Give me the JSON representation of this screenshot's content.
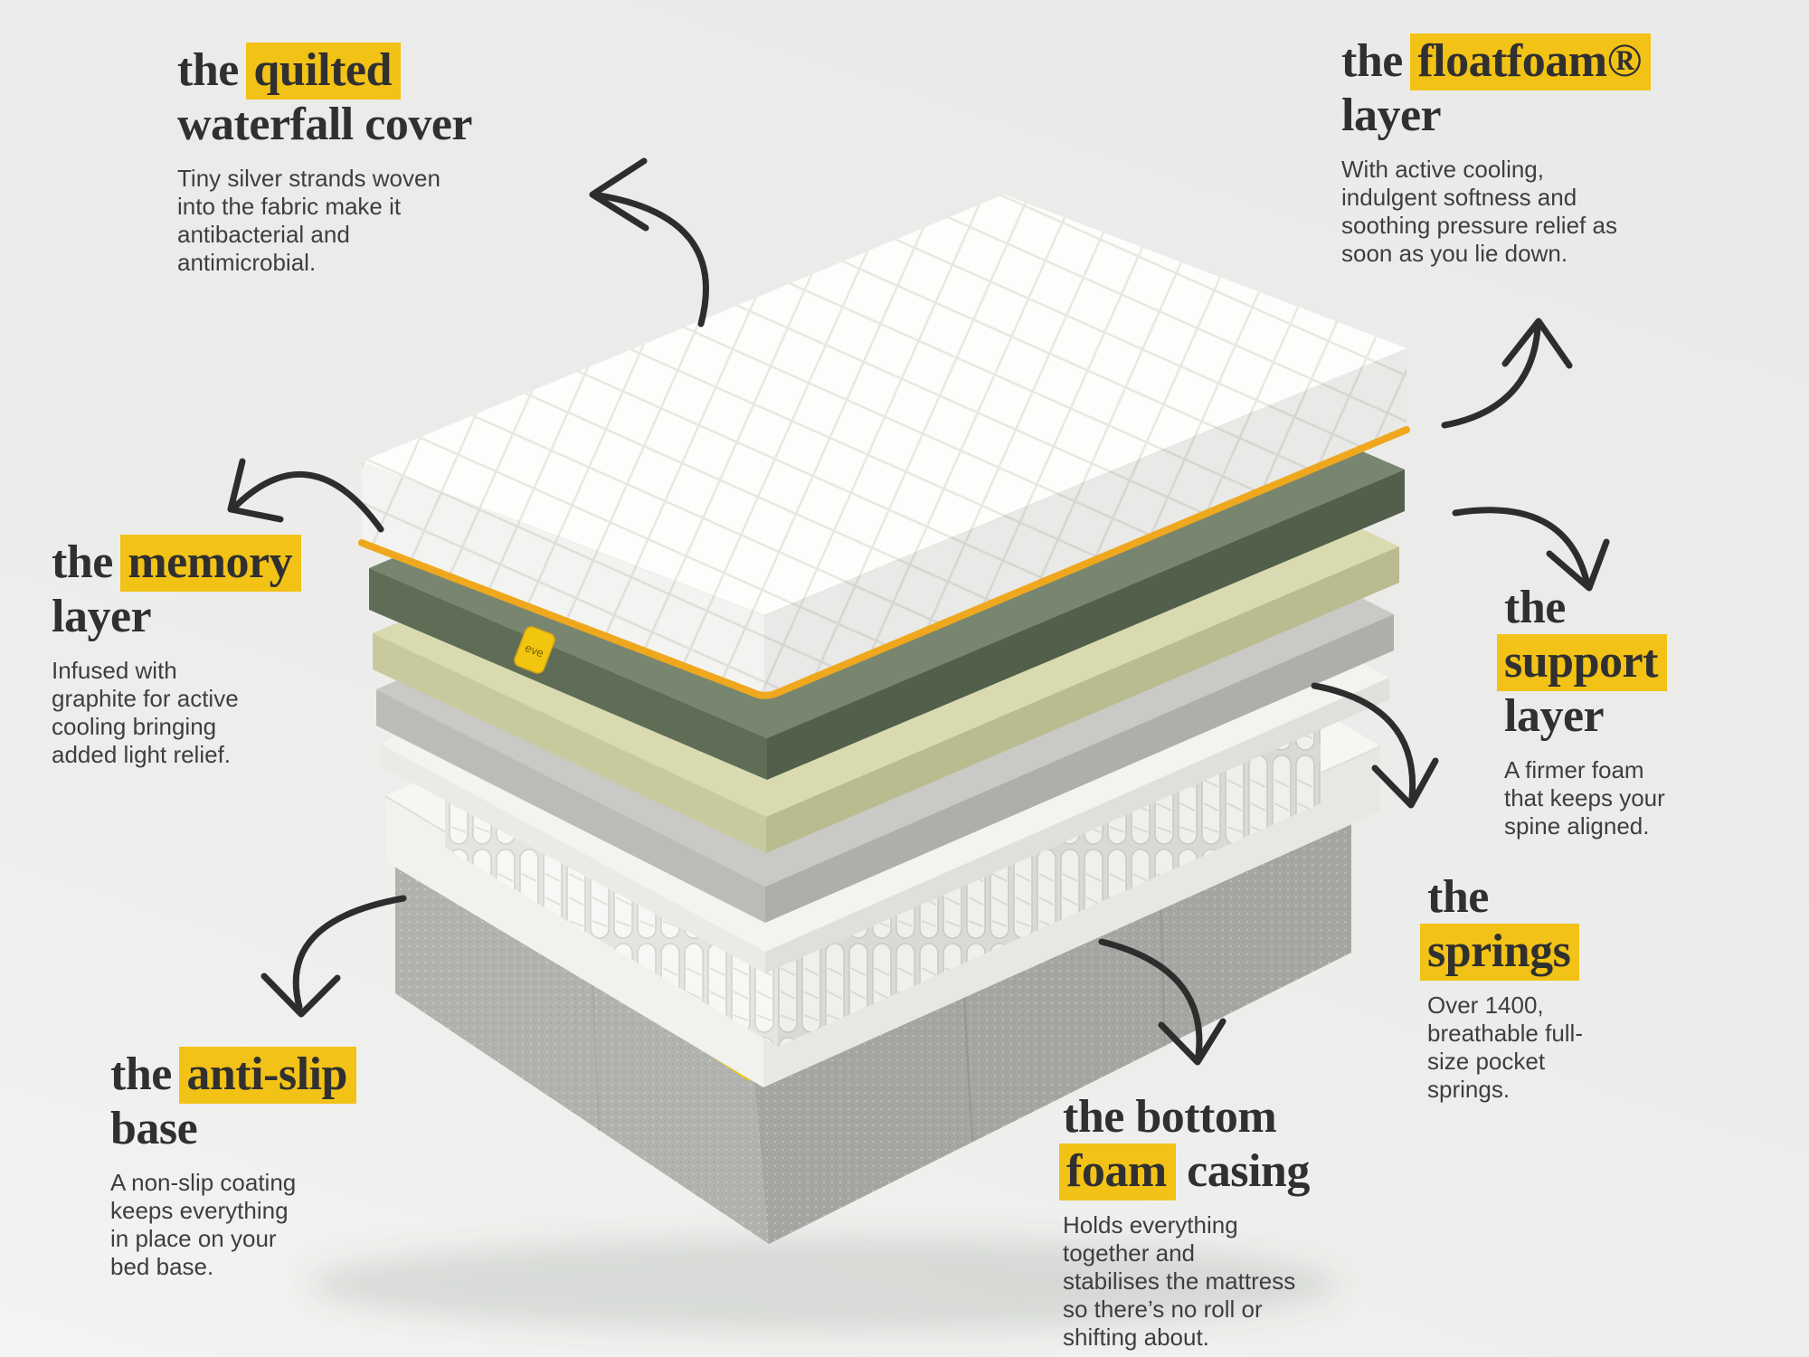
{
  "page": {
    "background": "#ebecea",
    "highlight_color": "#f2c216",
    "arrow_color": "#2d2d2d",
    "cover_piping_color": "#efa81d",
    "base_piping_color": "#e9c81f"
  },
  "annotations": {
    "quilted_cover": {
      "title_pre": "the ",
      "title_highlight": "quilted",
      "title_line2": "waterfall cover",
      "description": "Tiny silver strands woven\ninto the fabric make it\nantibacterial and\nantimicrobial."
    },
    "floatfoam": {
      "title_pre": "the ",
      "title_highlight": "floatfoam®",
      "title_line2": "layer",
      "description": "With active cooling,\nindulgent softness and\nsoothing pressure relief as\nsoon as you lie down."
    },
    "memory": {
      "title_pre": "the ",
      "title_highlight": "memory",
      "title_line2": "layer",
      "description": "Infused with\ngraphite for active\ncooling bringing\nadded light relief."
    },
    "support": {
      "title_line1": "the",
      "title_highlight": "support",
      "title_line3": "layer",
      "description": "A firmer foam\nthat keeps your\nspine aligned."
    },
    "springs": {
      "title_line1": "the",
      "title_highlight": "springs",
      "description": "Over 1400,\nbreathable full-\nsize pocket\nsprings."
    },
    "anti_slip": {
      "title_pre": "the ",
      "title_highlight": "anti-slip",
      "title_line2": "base",
      "description": "A non-slip coating\nkeeps everything\nin place on your\nbed base."
    },
    "foam_casing": {
      "title_line1": "the bottom",
      "title_highlight": "foam",
      "title_post": " casing",
      "description": "Holds everything\ntogether and\nstabilises the mattress\nso there’s no roll or\nshifting about."
    }
  },
  "mattress": {
    "tag_label": "eve",
    "layers": [
      "quilted waterfall cover",
      "floatfoam layer",
      "memory layer",
      "support layer",
      "pocket springs",
      "bottom foam casing",
      "anti-slip base"
    ]
  }
}
